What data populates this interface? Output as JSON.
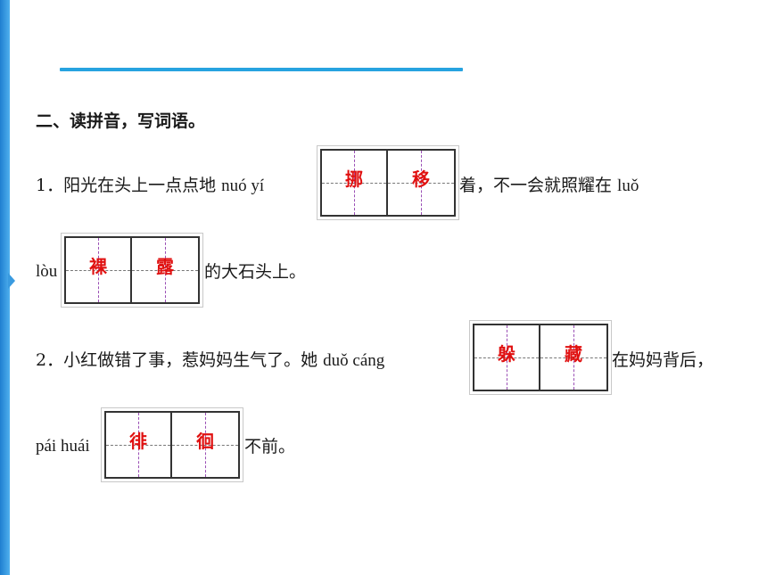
{
  "heading": "二、读拼音，写词语。",
  "q1": {
    "prefix": "1．阳光在头上一点点地 ",
    "pinyin1": "nuó yí",
    "answer1": [
      "挪",
      "移"
    ],
    "middle": "着，不一会就照耀在 ",
    "pinyin2_start": "luǒ",
    "pinyin2_end": "lòu",
    "answer2": [
      "裸",
      "露"
    ],
    "suffix": "的大石头上。"
  },
  "q2": {
    "prefix": "2．小红做错了事，惹妈妈生气了。她 ",
    "pinyin1": "duǒ cáng",
    "answer1": [
      "躲",
      "藏"
    ],
    "middle": "在妈妈背后，",
    "pinyin2": "pái huái",
    "answer2": [
      "徘",
      "徊"
    ],
    "suffix": "不前。"
  },
  "colors": {
    "accent": "#27a3e0",
    "answer": "#e01010",
    "grid_border": "#333333"
  }
}
